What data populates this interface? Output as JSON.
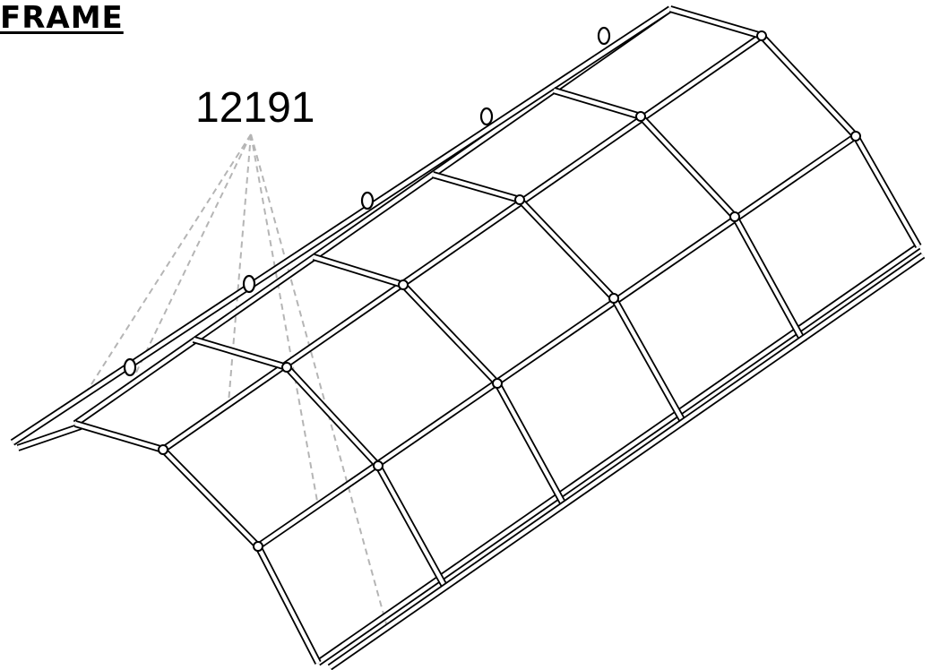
{
  "title": "FRAME",
  "part_number": "12191",
  "colors": {
    "tube_outline": "#000000",
    "tube_fill": "#ffffff",
    "leader": "#b5b5b5"
  },
  "frame_structure": {
    "bays": 5,
    "arch_segments": 5,
    "longitudinal_rails": 6,
    "elbow_fittings": 5
  }
}
